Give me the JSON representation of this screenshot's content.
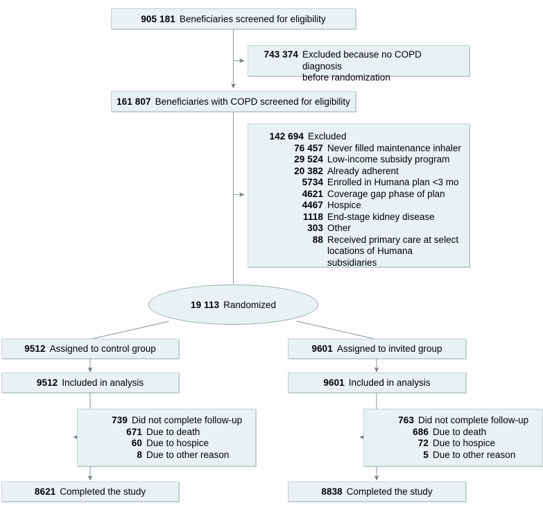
{
  "figure": {
    "type": "consort-flow-diagram",
    "colors": {
      "box_fill": "#e9f1f3",
      "box_border": "#c3d2d6",
      "connector": "#8a9396"
    }
  },
  "nodes": {
    "screened": {
      "number": "905 181",
      "label": "Beneficiaries screened for eligibility"
    },
    "excluded_no_copd": {
      "number": "743 374",
      "label": "Excluded because no COPD diagnosis\nbefore randomization"
    },
    "copd_screened": {
      "number": "161 807",
      "label": "Beneficiaries with COPD screened for eligibility"
    },
    "excluded_detail": {
      "header": {
        "number": "142 694",
        "label": "Excluded"
      },
      "reasons": [
        {
          "number": "76 457",
          "label": "Never filled maintenance inhaler"
        },
        {
          "number": "29 524",
          "label": "Low-income subsidy program"
        },
        {
          "number": "20 382",
          "label": "Already adherent"
        },
        {
          "number": "5734",
          "label": "Enrolled in Humana plan <3 mo"
        },
        {
          "number": "4621",
          "label": "Coverage gap phase of plan"
        },
        {
          "number": "4467",
          "label": "Hospice"
        },
        {
          "number": "1118",
          "label": "End-stage kidney disease"
        },
        {
          "number": "303",
          "label": "Other"
        },
        {
          "number": "88",
          "label": "Received primary care at select\nlocations of Humana subsidiaries"
        }
      ]
    },
    "randomized": {
      "number": "19 113",
      "label": "Randomized"
    },
    "control": {
      "assigned": {
        "number": "9512",
        "label": "Assigned to control group"
      },
      "analysis": {
        "number": "9512",
        "label": "Included in analysis"
      },
      "lost": {
        "header": {
          "number": "739",
          "label": "Did not complete follow-up"
        },
        "reasons": [
          {
            "number": "671",
            "label": "Due to death"
          },
          {
            "number": "60",
            "label": "Due to hospice"
          },
          {
            "number": "8",
            "label": "Due to other reason"
          }
        ]
      },
      "completed": {
        "number": "8621",
        "label": "Completed the study"
      }
    },
    "invited": {
      "assigned": {
        "number": "9601",
        "label": "Assigned to invited group"
      },
      "analysis": {
        "number": "9601",
        "label": "Included in analysis"
      },
      "lost": {
        "header": {
          "number": "763",
          "label": "Did not complete follow-up"
        },
        "reasons": [
          {
            "number": "686",
            "label": "Due to death"
          },
          {
            "number": "72",
            "label": "Due to hospice"
          },
          {
            "number": "5",
            "label": "Due to other reason"
          }
        ]
      },
      "completed": {
        "number": "8838",
        "label": "Completed the study"
      }
    }
  }
}
